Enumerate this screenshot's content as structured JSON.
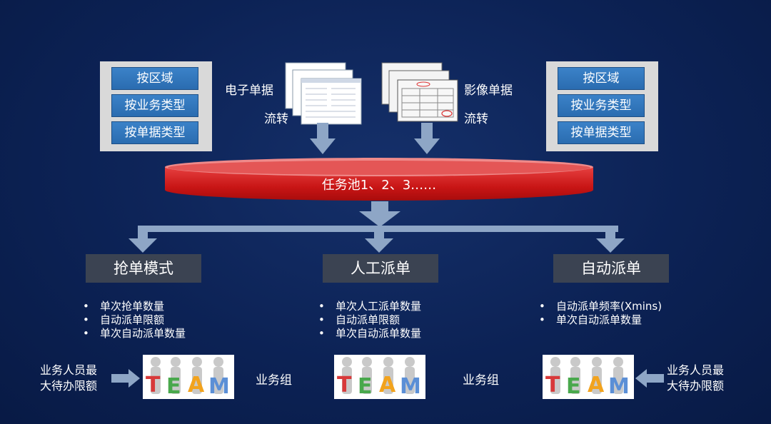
{
  "left_panel": {
    "items": [
      "按区域",
      "按业务类型",
      "按单据类型"
    ]
  },
  "right_panel": {
    "items": [
      "按区域",
      "按业务类型",
      "按单据类型"
    ]
  },
  "electronic_docs": {
    "line1": "电子单据",
    "line2": "流转"
  },
  "image_docs": {
    "line1": "影像单据",
    "line2": "流转"
  },
  "task_pool": {
    "label": "任务池1、2、3……"
  },
  "modes": [
    {
      "title": "抢单模式",
      "bullets": [
        "单次抢单数量",
        "自动派单限额",
        "单次自动派单数量"
      ]
    },
    {
      "title": "人工派单",
      "bullets": [
        "单次人工派单数量",
        "自动派单限额",
        "单次自动派单数量"
      ]
    },
    {
      "title": "自动派单",
      "bullets": [
        "自动派单频率(Xmins)",
        "单次自动派单数量"
      ]
    }
  ],
  "bullet_char": "•",
  "team_word": "TEAM",
  "group_label": "业务组",
  "limit_label": {
    "line1": "业务人员最",
    "line2": "大待办限额"
  },
  "colors": {
    "background": "#0c2255",
    "panel": "#d9d9d9",
    "panel_button": "#2a6cb0",
    "task_pool": "#d42020",
    "arrow": "#8ea6c6",
    "mode_box": "#3b4352"
  }
}
